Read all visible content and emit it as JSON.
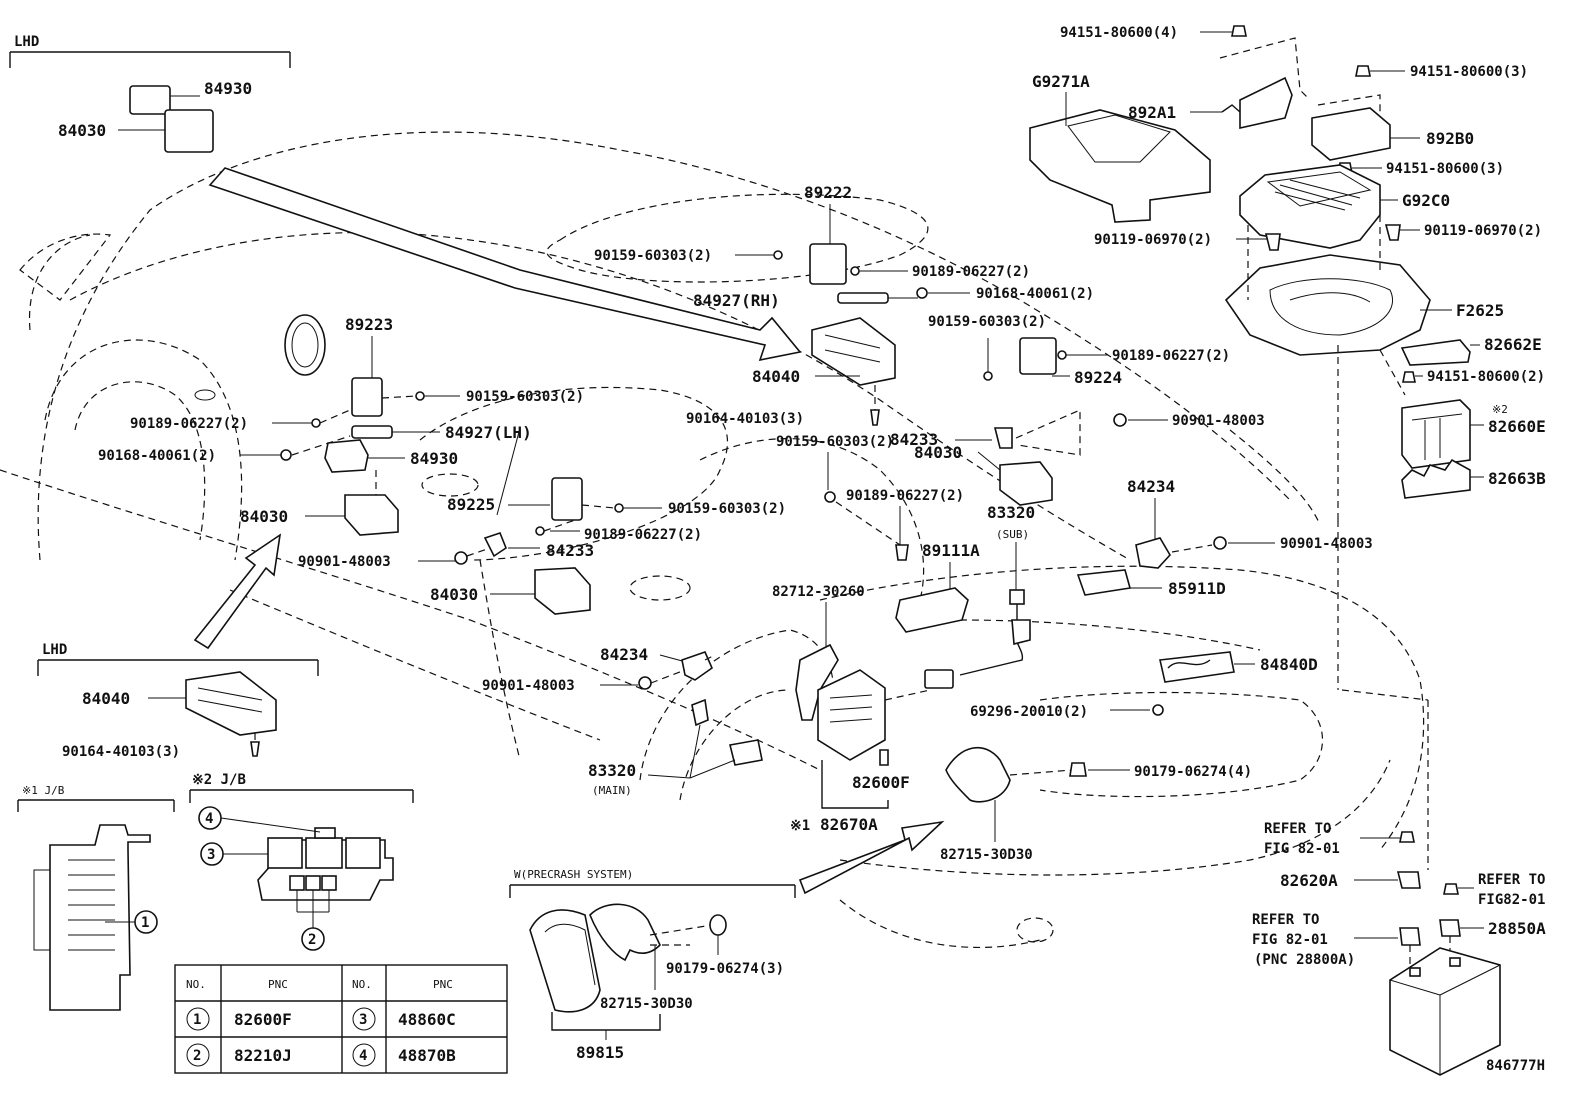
{
  "labels": {
    "lhd_top": "LHD",
    "lhd_mid": "LHD",
    "p84930_a": "84930",
    "p84030_a": "84030",
    "p89222": "89222",
    "p90159_60303_a": "90159-60303(2)",
    "p90189_06227_a": "90189-06227(2)",
    "p84927rh": "84927(RH)",
    "p90168_40061_a": "90168-40061(2)",
    "p84040_a": "84040",
    "p90159_60303_b": "90159-60303(2)",
    "p90189_06227_b": "90189-06227(2)",
    "p89224": "89224",
    "p89223": "89223",
    "p90159_60303_c": "90159-60303(2)",
    "p90189_06227_c": "90189-06227(2)",
    "p84927lh": "84927(LH)",
    "p90168_40061_b": "90168-40061(2)",
    "p84930_b": "84930",
    "p90164_40103_a": "90164-40103(3)",
    "p84233_a": "84233",
    "p90901_48003_a": "90901-48003",
    "p90159_60303_d": "90159-60303(2)",
    "p84030_b": "84030",
    "p90189_06227_d": "90189-06227(2)",
    "p84030_c": "84030",
    "p89225": "89225",
    "p90159_60303_e": "90159-60303(2)",
    "p90189_06227_e": "90189-06227(2)",
    "p84233_b": "84233",
    "p90901_48003_b": "90901-48003",
    "p84030_d": "84030",
    "p84234_a": "84234",
    "p83320sub": "83320",
    "sub": "(SUB)",
    "p89111a": "89111A",
    "p90901_48003_c": "90901-48003",
    "p82712_30260": "82712-30260",
    "p85911d": "85911D",
    "p84234_b": "84234",
    "p90901_48003_d": "90901-48003",
    "p84840d": "84840D",
    "p69296_20010": "69296-20010(2)",
    "p84040_b": "84040",
    "p90164_40103_b": "90164-40103(3)",
    "p83320main": "83320",
    "main": "(MAIN)",
    "p82600f": "82600F",
    "p90179_06274_a": "90179-06274(4)",
    "p82670a": "82670A",
    "mark1": "※1",
    "p82715_30d30_a": "82715-30D30",
    "j1": "※1 J/B",
    "j2": "※2 J/B",
    "c1": "1",
    "c2": "2",
    "c3": "3",
    "c4": "4",
    "precrash": "W(PRECRASH SYSTEM)",
    "p90179_06274_b": "90179-06274(3)",
    "p82715_30d30_b": "82715-30D30",
    "p89815": "89815",
    "p94151_80600_4": "94151-80600(4)",
    "pG9271A": "G9271A",
    "p892A1": "892A1",
    "p94151_80600_3a": "94151-80600(3)",
    "p892B0": "892B0",
    "p94151_80600_3b": "94151-80600(3)",
    "pG92C0": "G92C0",
    "p90119_06970_a": "90119-06970(2)",
    "p90119_06970_b": "90119-06970(2)",
    "pF2625": "F2625",
    "p82662E": "82662E",
    "p94151_80600_2": "94151-80600(2)",
    "mark2": "※2",
    "p82660E": "82660E",
    "p82663B": "82663B",
    "refer1a": "REFER TO",
    "refer1b": "FIG 82-01",
    "p82620A": "82620A",
    "refer2a": "REFER TO",
    "refer2b": "FIG82-01",
    "refer3a": "REFER TO",
    "refer3b": "FIG 82-01",
    "refer3c": "(PNC 28800A)",
    "p28850A": "28850A",
    "diagram_id": "846777H"
  },
  "table": {
    "headers": [
      "NO.",
      "PNC",
      "NO.",
      "PNC"
    ],
    "rows": [
      [
        "1",
        "82600F",
        "3",
        "48860C"
      ],
      [
        "2",
        "82210J",
        "4",
        "48870B"
      ]
    ]
  }
}
